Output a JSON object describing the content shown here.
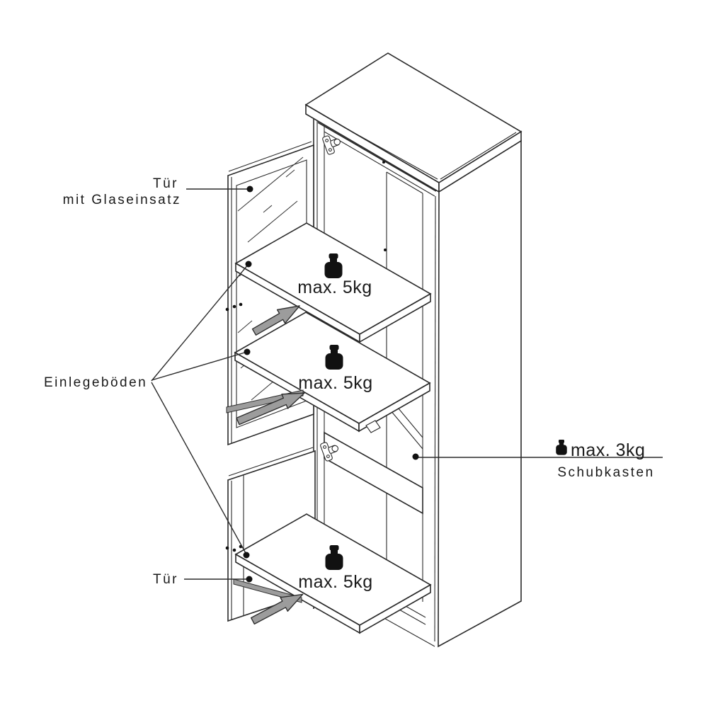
{
  "diagram": {
    "type": "furniture-assembly-diagram",
    "callouts": {
      "glass_door": {
        "line1": "Tür",
        "line2": "mit Glaseinsatz"
      },
      "shelves": {
        "label": "Einlegeböden"
      },
      "bottom_door": {
        "label": "Tür"
      },
      "drawer": {
        "max_load": "max. 3kg",
        "label": "Schubkasten"
      }
    },
    "shelf_loads": {
      "shelf1": "max. 5kg",
      "shelf2": "max. 5kg",
      "shelf3": "max. 5kg"
    },
    "icons": {
      "weight": "weight-icon",
      "hinge": "hinge-icon",
      "arrow": "insert-direction-arrow"
    },
    "colors": {
      "line": "#2a2a2a",
      "text": "#1a1a1a",
      "arrow_fill": "#9c9c9c",
      "background": "#ffffff"
    }
  }
}
